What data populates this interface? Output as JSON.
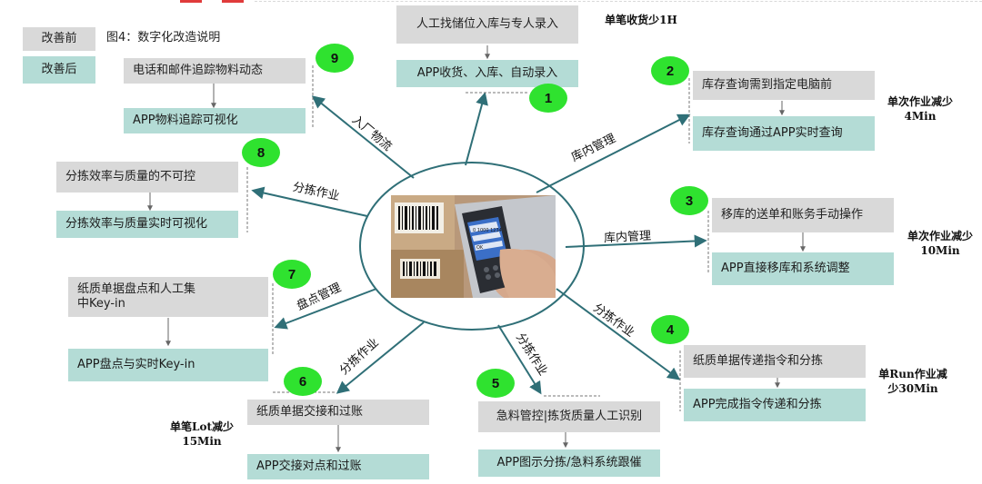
{
  "legend": {
    "before": "改善前",
    "after": "改善后"
  },
  "figure_title": "图4：数字化改造说明",
  "items": [
    {
      "num": "1",
      "before": "人工找储位入库与专人录入",
      "after": "APP收货、入库、自动录入",
      "side": "单笔收货少1H",
      "branch": ""
    },
    {
      "num": "2",
      "before": "库存查询需到指定电脑前",
      "after": "库存查询通过APP实时查询",
      "side": "单次作业减少4Min",
      "branch": "库内管理"
    },
    {
      "num": "3",
      "before": "移库的送单和账务手动操作",
      "after": "APP直接移库和系统调整",
      "side": "单次作业减少10Min",
      "branch": "库内管理"
    },
    {
      "num": "4",
      "before": "纸质单据传递指令和分拣",
      "after": "APP完成指令传递和分拣",
      "side": "单Run作业减少30Min",
      "branch": "分拣作业"
    },
    {
      "num": "5",
      "before": "急料管控|拣货质量人工识别",
      "after": "APP图示分拣/急料系统跟催",
      "side": "",
      "branch": "分拣作业"
    },
    {
      "num": "6",
      "before": "纸质单据交接和过账",
      "after": "APP交接对点和过账",
      "side": "单笔Lot减少15Min",
      "branch": "分拣作业"
    },
    {
      "num": "7",
      "before": "纸质单据盘点和人工集中Key-in",
      "after": "APP盘点与实时Key-in",
      "side": "",
      "branch": "盘点管理"
    },
    {
      "num": "8",
      "before": "分拣效率与质量的不可控",
      "after": "分拣效率与质量实时可视化",
      "side": "",
      "branch": "分拣作业"
    },
    {
      "num": "9",
      "before": "电话和邮件追踪物料动态",
      "after": "APP物料追踪可视化",
      "side": "",
      "branch": "入厂物流"
    }
  ],
  "device_screen": {
    "line1": "0 1000 1234",
    "line2": "OK"
  },
  "colors": {
    "before_bg": "#d9d9d9",
    "after_bg": "#b4dcd6",
    "badge": "#2fe22f",
    "arrow": "#2f6f77",
    "accent": "#e03b3b"
  }
}
